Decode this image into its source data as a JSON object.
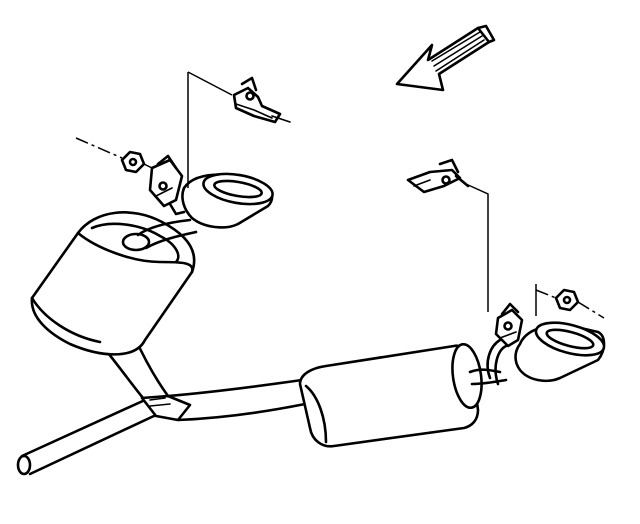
{
  "colors": {
    "ink": "#000000",
    "paper": "#ffffff"
  },
  "diagram": {
    "parts": [
      {
        "name": "direction-arrow",
        "icon": "arrow-left-icon"
      },
      {
        "name": "left-muffler"
      },
      {
        "name": "right-muffler"
      },
      {
        "name": "left-exhaust-tip"
      },
      {
        "name": "right-exhaust-tip"
      },
      {
        "name": "left-upper-hanger-bracket"
      },
      {
        "name": "left-lower-hanger-bracket"
      },
      {
        "name": "right-upper-hanger-bracket"
      },
      {
        "name": "right-lower-hanger-bracket"
      },
      {
        "name": "left-hanger-nut"
      },
      {
        "name": "right-hanger-nut"
      },
      {
        "name": "y-pipe-assembly"
      }
    ]
  }
}
